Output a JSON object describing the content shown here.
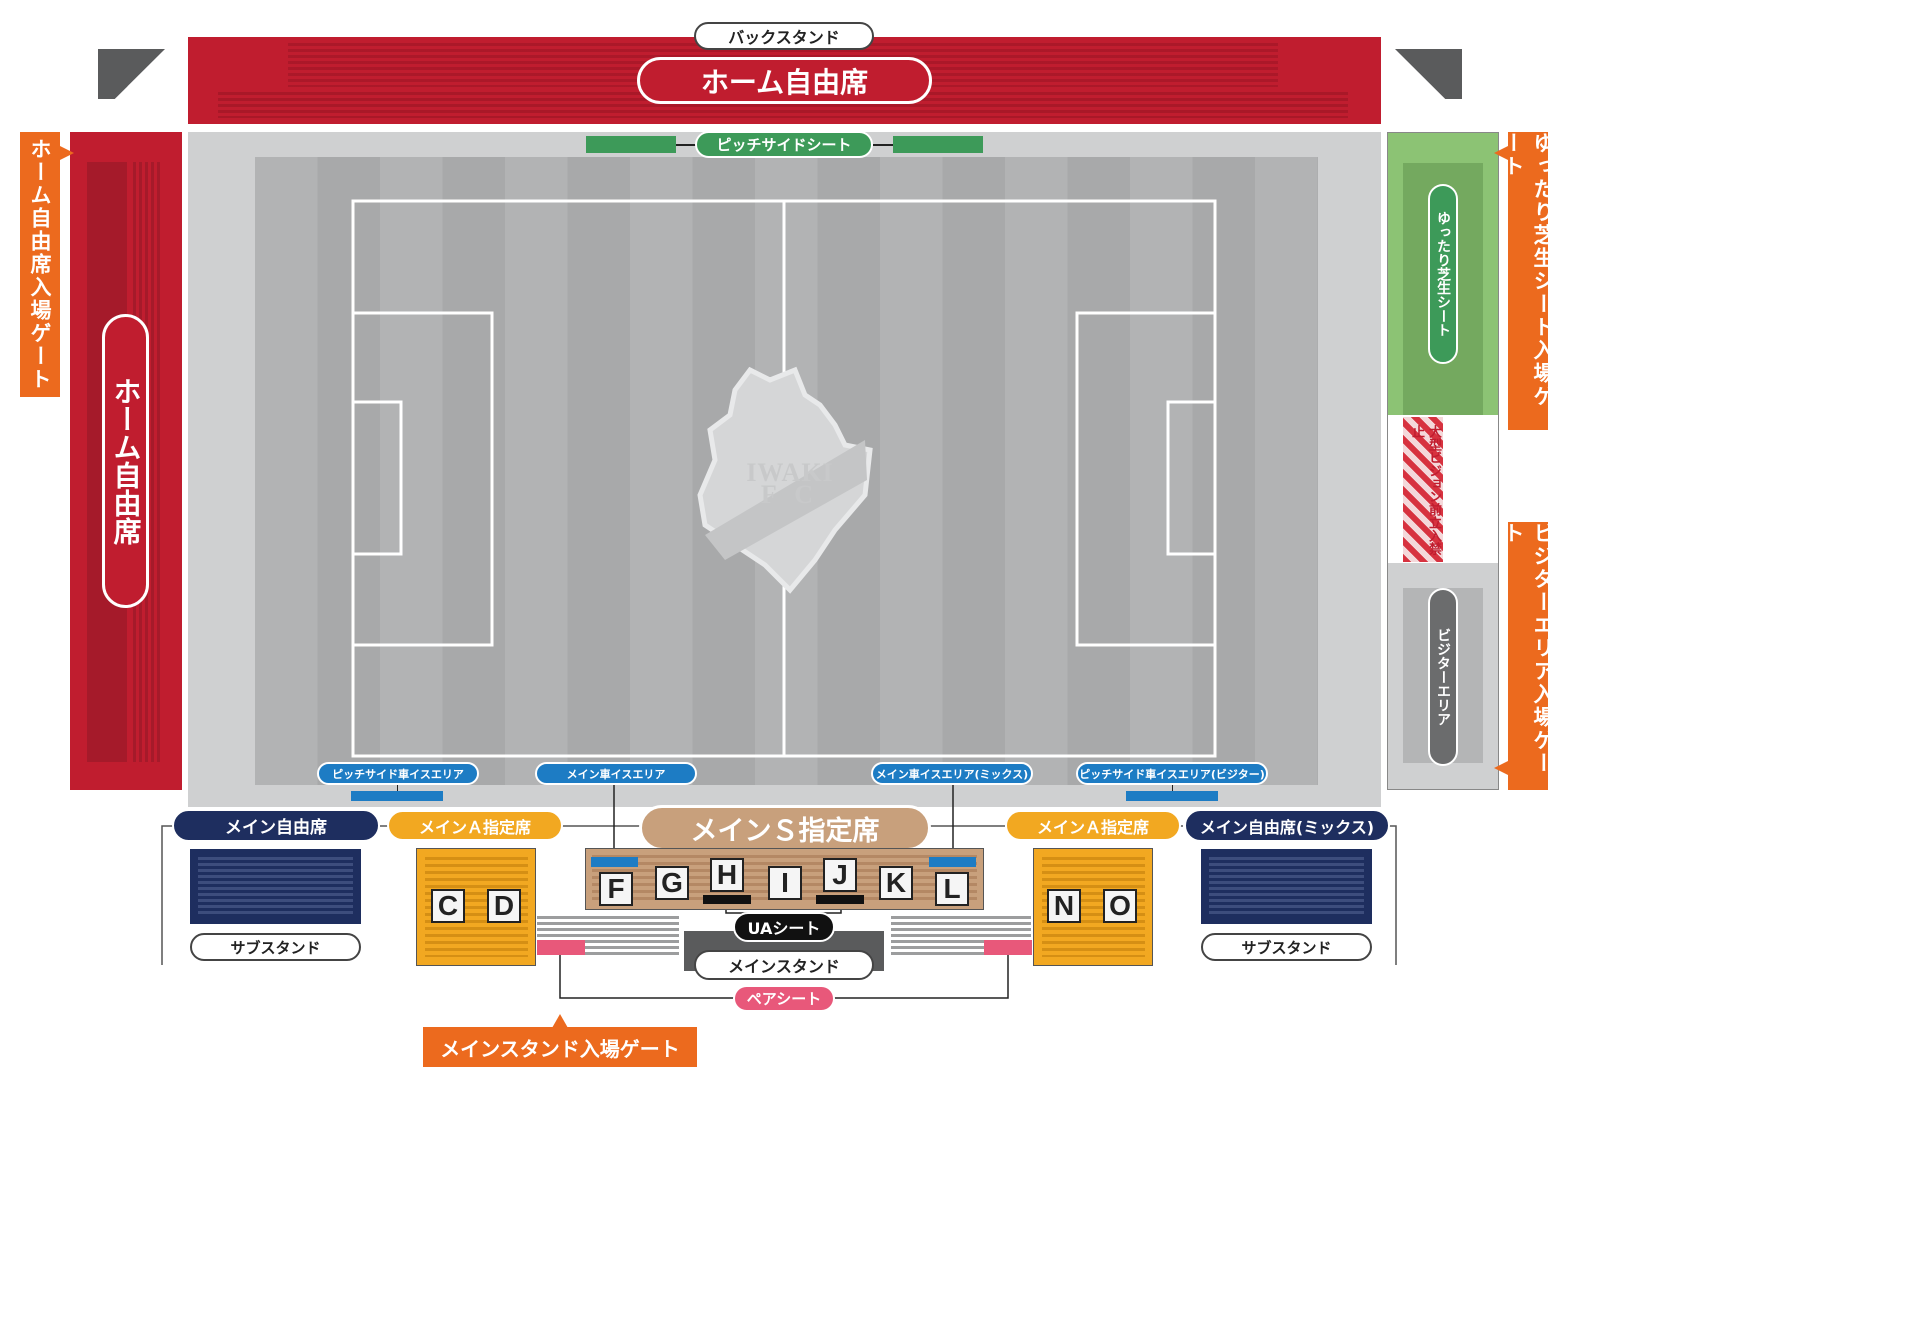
{
  "back_stand": {
    "label": "バックスタンド",
    "home_label": "ホーム自由席"
  },
  "home_side": {
    "label": "ホーム自由席",
    "gate_label": "ホーム自由席入場ゲート"
  },
  "pitchside": {
    "label": "ピッチサイドシート"
  },
  "club_logo": {
    "line1": "IWAKI",
    "line2": "F C"
  },
  "right_side": {
    "lawn_label": "ゆったり芝生シート",
    "lawn_gate_label": "ゆったり芝生シート入場ゲート",
    "no_entry_label": "大型ビジョン前立入禁止",
    "visitor_label": "ビジターエリア",
    "visitor_gate_label": "ビジターエリア入場ゲート"
  },
  "wheelchair": {
    "pitchside_home": "ピッチサイド車イスエリア",
    "main": "メイン車イスエリア",
    "main_mix": "メイン車イスエリア(ミックス)",
    "pitchside_visitor": "ピッチサイド車イスエリア(ビジター)"
  },
  "main_stand": {
    "free_label": "メイン自由席",
    "a_label_left": "メインＡ指定席",
    "s_label": "メインＳ指定席",
    "a_label_right": "メインＡ指定席",
    "free_mix_label": "メイン自由席(ミックス)",
    "sub_left": "サブスタンド",
    "sub_right": "サブスタンド",
    "ua_label": "UAシート",
    "stand_label": "メインスタンド",
    "pair_label": "ペアシート",
    "gate_label": "メインスタンド入場ゲート",
    "blocks": {
      "c": "C",
      "d": "D",
      "f": "F",
      "g": "G",
      "h": "H",
      "i": "I",
      "j": "J",
      "k": "K",
      "l": "L",
      "n": "N",
      "o": "O"
    }
  },
  "colors": {
    "home_red": "#c01d2f",
    "pitch_gray": "#b4b5b6",
    "pitchside_green": "#3d9a59",
    "lawn_green": "#8cc374",
    "gate_orange": "#ec6a1e",
    "main_navy": "#1e2e5f",
    "main_a_orange": "#f2a821",
    "main_s_tan": "#c8a07c",
    "pair_pink": "#e8587a",
    "wheelchair_blue": "#1d7cc4"
  }
}
